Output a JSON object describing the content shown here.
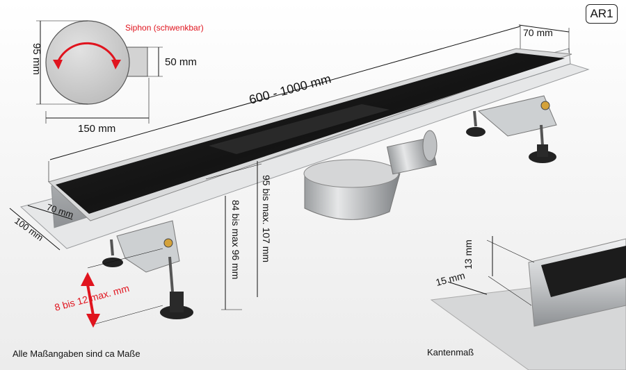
{
  "badge": "AR1",
  "siphon": {
    "title": "Siphon (schwenkbar)",
    "height": "95 mm",
    "outlet": "50 mm",
    "width": "150 mm"
  },
  "channel": {
    "length": "600 - 1000 mm",
    "top_width": "70 mm",
    "front_width": "70 mm",
    "base_width": "100 mm",
    "height_outer": "95 bis max. 107 mm",
    "height_inner": "84 bis max 96 mm",
    "leg_adjust": "8 bis 12 max. mm"
  },
  "edge": {
    "caption": "Kantenmaß",
    "height": "13 mm",
    "depth": "15 mm"
  },
  "footer_note": "Alle Maßangaben sind ca Maße",
  "colors": {
    "highlight": "#e0141e",
    "glass": "#1c1c1c",
    "steel": "#c9cbcd"
  }
}
